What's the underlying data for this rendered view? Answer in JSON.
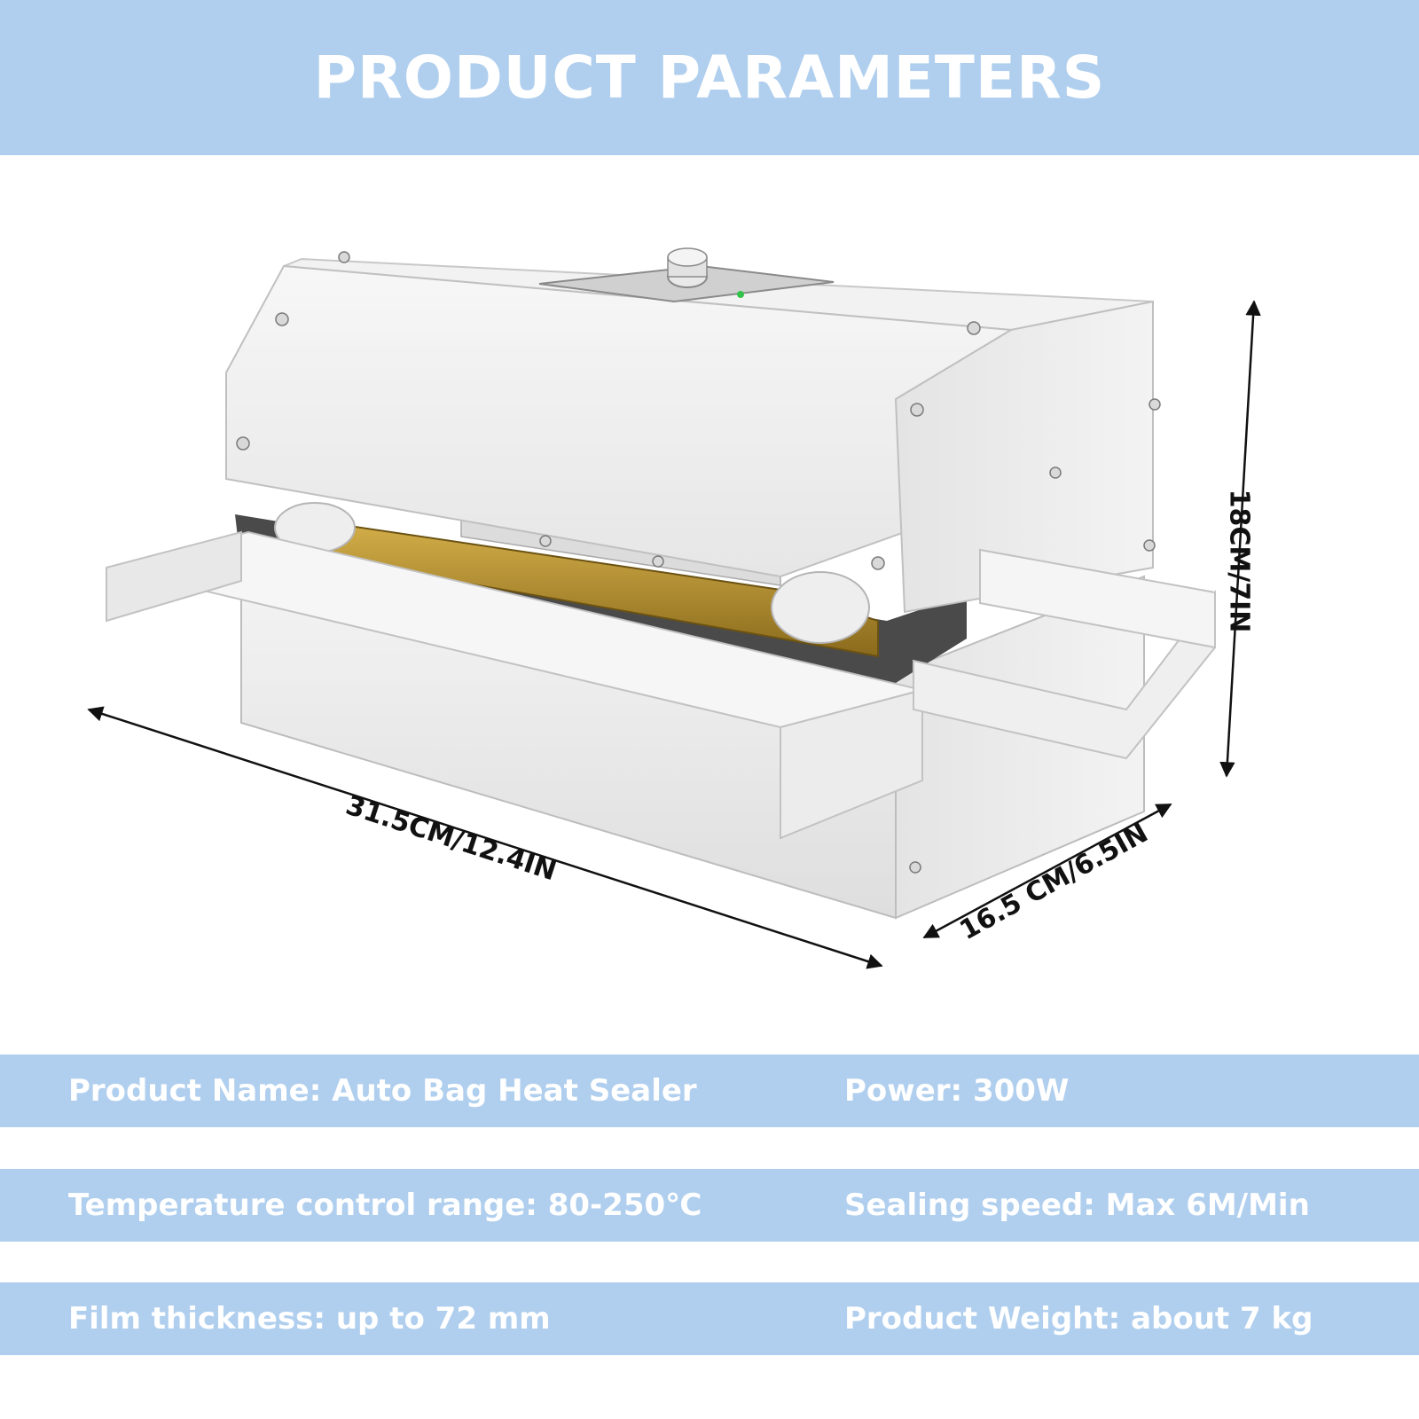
{
  "header": {
    "title": "PRODUCT PARAMETERS"
  },
  "dimensions": {
    "length": "31.5CM/12.4IN",
    "depth": "16.5 CM/6.5IN",
    "height": "18CM/7IN"
  },
  "specs": [
    {
      "left": "Product Name: Auto Bag Heat Sealer",
      "right": "Power: 300W"
    },
    {
      "left": "Temperature control range: 80-250℃",
      "right": "Sealing speed: Max 6M/Min"
    },
    {
      "left": "Film thickness: up to 72 mm",
      "right": "Product Weight: about 7 kg"
    }
  ],
  "colors": {
    "band": "#b0cfee",
    "text": "#ffffff",
    "label": "#111111"
  }
}
